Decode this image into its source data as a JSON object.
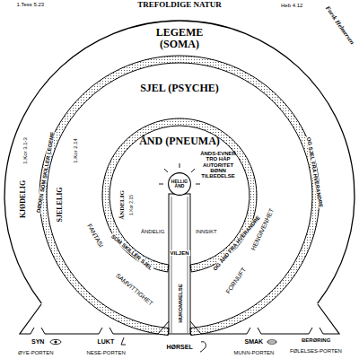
{
  "diagram": {
    "title": "TREFOLDIGE NATUR",
    "nodes": [
      {
        "text": [
          "LEGEME (SOMA)"
        ]
      },
      {
        "text": [
          "SJEL (PSYCHE)"
        ],
        "in": 0
      },
      {
        "text": [
          "ÅND (PNEUMA)",
          "ÅNDS-EVNER TRO HÅP AUTORITET BØNN TILBEDELSE"
        ],
        "in": 1
      },
      {
        "text": [
          "HELLIG ÅND"
        ],
        "in": 2
      }
    ],
    "labels": [
      "1.Tess 5.23",
      "Heb 4.12",
      "Forsk Helmersen",
      "KJØDELIG",
      "1.Kor 3.1-3",
      "SJELELIG",
      "1.Kor 2.14",
      "DØDEN SOM SKILLER LEGEME",
      "OG SJEL FRA HVERANDRE",
      "ÅNDELIG",
      "1.Kor 2.15",
      "SOM SKILLER SJEL",
      "OG ÅND FRA HVERANDRE",
      "FANTASI",
      "SAMVITTIGHET",
      "ÅNDELIG",
      "INNSIKT",
      "VILJEN",
      "HUKOMMELSE",
      "FORNUFT",
      "HENGIVENHET",
      "SYN",
      "LUKT",
      "HØRSEL",
      "SMAK",
      "BERØRING",
      "ØYE-PORTEN",
      "NESE-PORTEN",
      "MUNN-PORTEN",
      "FØLELSES-PORTEN"
    ]
  }
}
